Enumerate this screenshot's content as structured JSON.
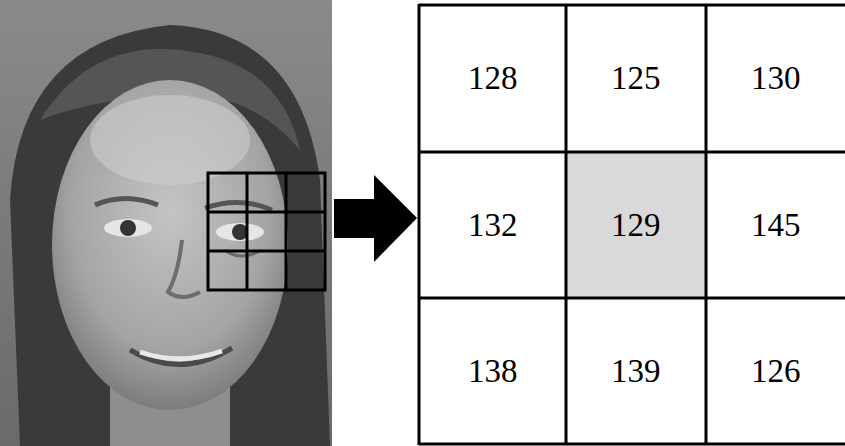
{
  "diagram": {
    "labels": [
      "128",
      "125",
      "130",
      "132",
      "129",
      "145",
      "138",
      "139",
      "126"
    ]
  }
}
